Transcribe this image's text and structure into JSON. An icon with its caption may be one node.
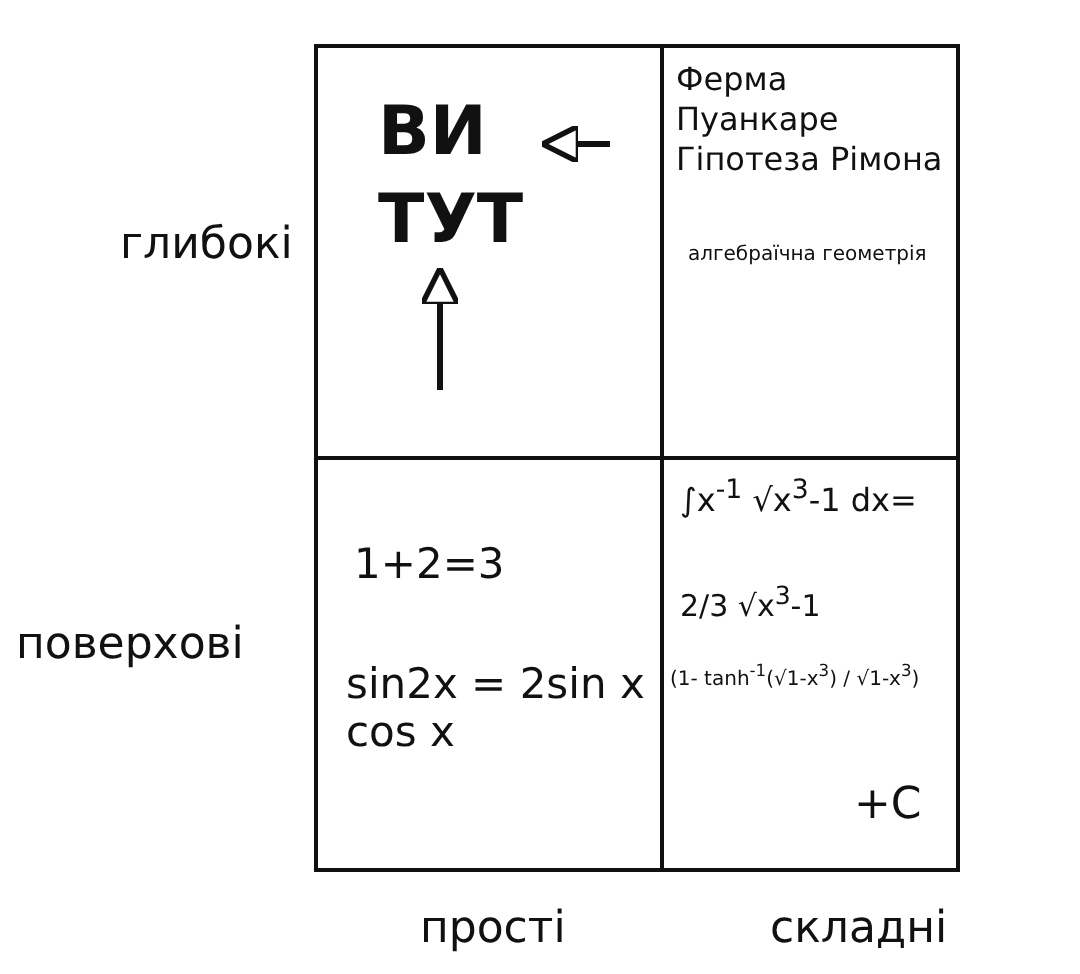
{
  "diagram": {
    "nodes": [
      {
        "text": [],
        "shape": "box"
      },
      {
        "text": [
          "ВИ ТУТ"
        ],
        "in": 0
      },
      {
        "text": [
          "Ферма",
          "Пуанкаре",
          "Гіпотеза Рімона",
          "алгебраїчна геометрія"
        ]
      },
      {
        "text": [
          "1+2=3",
          "sin2x = 2sin x cos x"
        ]
      },
      {
        "text": [
          "∫x$^{-1}$ √x$^{3}$-1 dx=",
          "2/3 √x$^{3}$-1",
          "(1- tanh$^{-1}$(√1-x$^{3}$) / √1-x$^{3}$)",
          "+C"
        ]
      }
    ],
    "edges": [
      {
        "from": null,
        "to": 1,
        "arrow": "to"
      },
      {
        "from": null,
        "to": 1,
        "arrow": "to"
      }
    ],
    "labels": [
      "глибокі",
      "поверхові",
      "прості",
      "складні"
    ]
  }
}
